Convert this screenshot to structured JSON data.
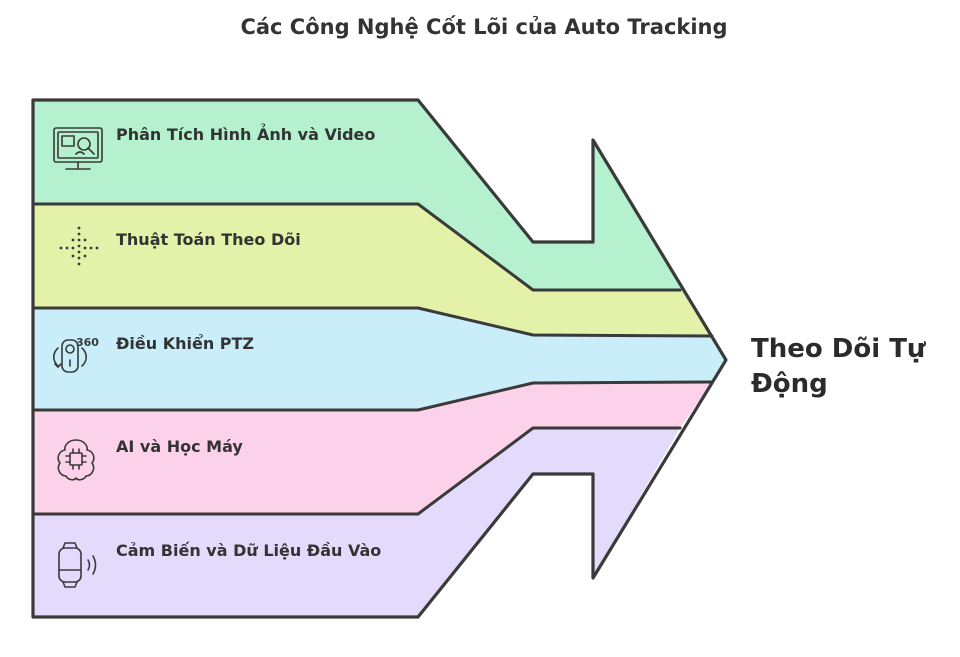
{
  "title": "Các Công Nghệ Cốt Lõi của Auto Tracking",
  "target": {
    "line1": "Theo Dõi Tự",
    "line2": "Động"
  },
  "bands": [
    {
      "label": "Phân Tích Hình Ảnh và Video",
      "icon": "monitor-analysis-icon",
      "color": "#b5f0cf"
    },
    {
      "label": "Thuật Toán Theo Dõi",
      "icon": "dotted-cross-icon",
      "color": "#e3f2a8"
    },
    {
      "label": "Điều Khiển PTZ",
      "icon": "ptz-360-camera-icon",
      "icon_text": "360",
      "color": "#c9eefa"
    },
    {
      "label": "AI và Học Máy",
      "icon": "ai-chip-brain-icon",
      "color": "#fcd2ea"
    },
    {
      "label": "Cảm Biến và Dữ Liệu Đầu Vào",
      "icon": "wearable-sensor-icon",
      "color": "#e4dafb"
    }
  ]
}
